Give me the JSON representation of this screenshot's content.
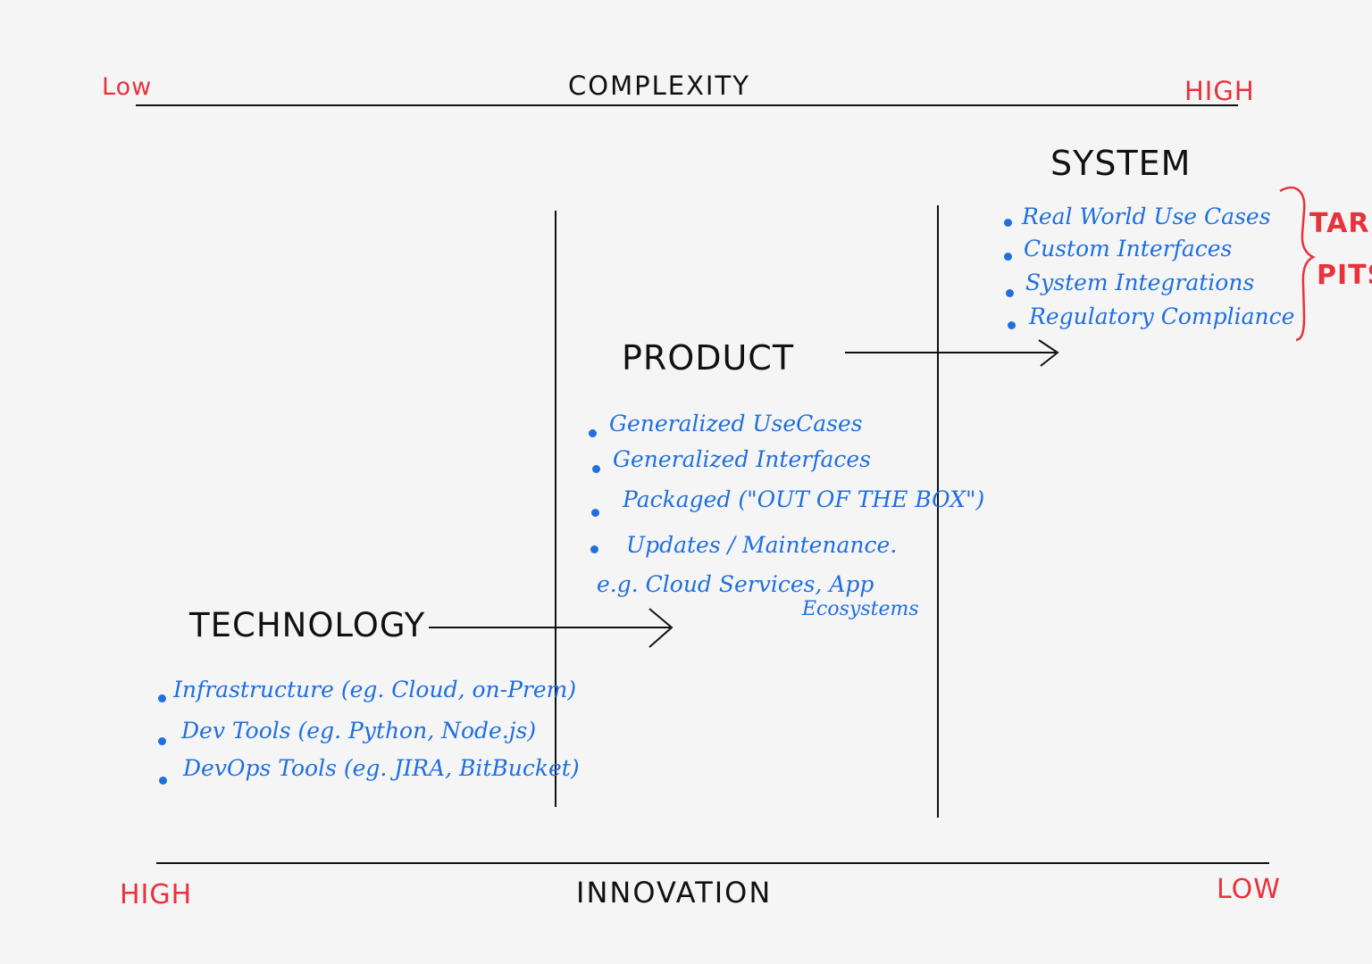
{
  "top_axis": {
    "title": "COMPLEXITY",
    "left_label": "Low",
    "right_label": "HIGH"
  },
  "bottom_axis": {
    "title": "INNOVATION",
    "left_label": "HIGH",
    "right_label": "LOW"
  },
  "technology": {
    "heading": "TECHNOLOGY",
    "items": [
      "Infrastructure (eg. Cloud, on-Prem)",
      "Dev Tools (eg. Python, Node.js)",
      "DevOps Tools (eg. JIRA, BitBucket)"
    ]
  },
  "product": {
    "heading": "PRODUCT",
    "items": [
      "Generalized UseCases",
      "Generalized Interfaces",
      "Packaged (\"OUT OF THE BOX\")",
      "Updates / Maintenance."
    ],
    "example_line1": "e.g. Cloud Services, App",
    "example_line2": "Ecosystems"
  },
  "system": {
    "heading": "SYSTEM",
    "items": [
      "Real World Use Cases",
      "Custom Interfaces",
      "System Integrations",
      "Regulatory Compliance"
    ],
    "bracket_label_line1": "TAR",
    "bracket_label_line2": "PITS"
  },
  "colors": {
    "ink": "#111111",
    "blue": "#1f6fe0",
    "red": "#e8323c",
    "background": "#f5f5f5"
  }
}
